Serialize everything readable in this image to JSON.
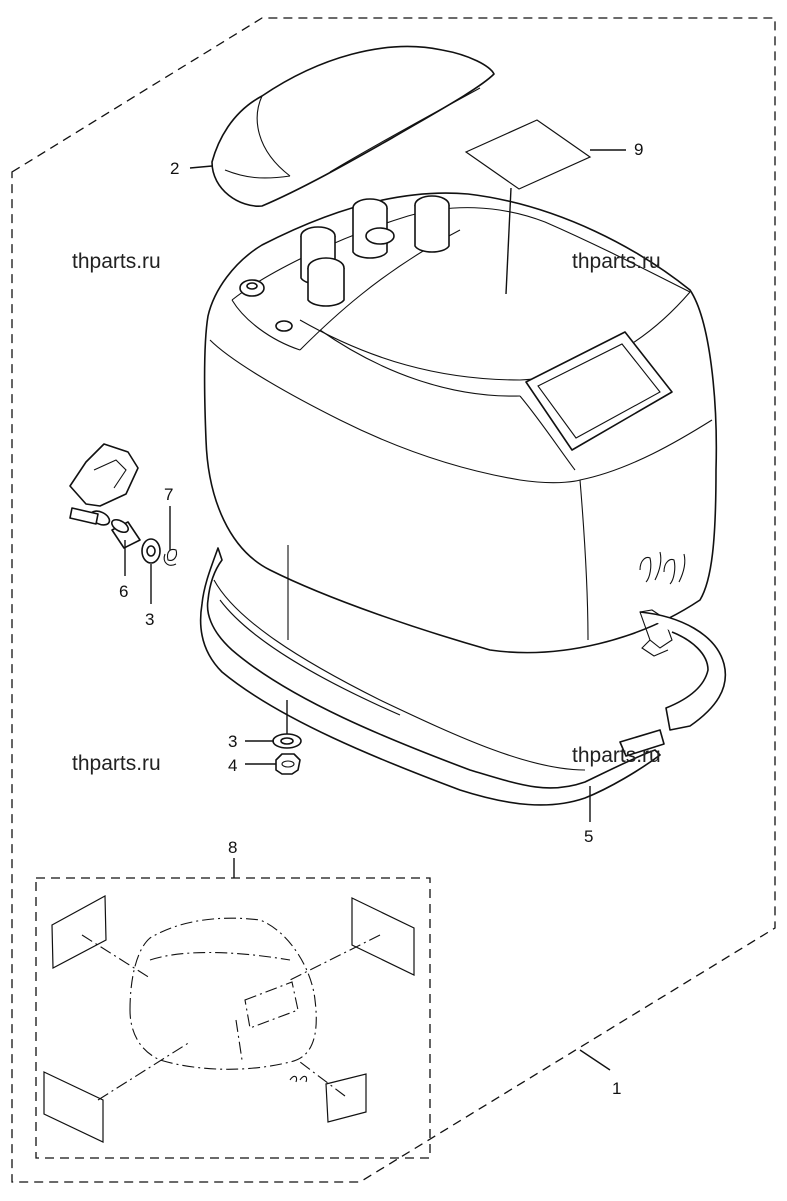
{
  "watermarks": [
    "thparts.ru",
    "thparts.ru",
    "thparts.ru",
    "thparts.ru"
  ],
  "callouts": {
    "c1": "1",
    "c2": "2",
    "c3a": "3",
    "c3b": "3",
    "c4": "4",
    "c5": "5",
    "c6": "6",
    "c7": "7",
    "c8": "8",
    "c9": "9"
  }
}
